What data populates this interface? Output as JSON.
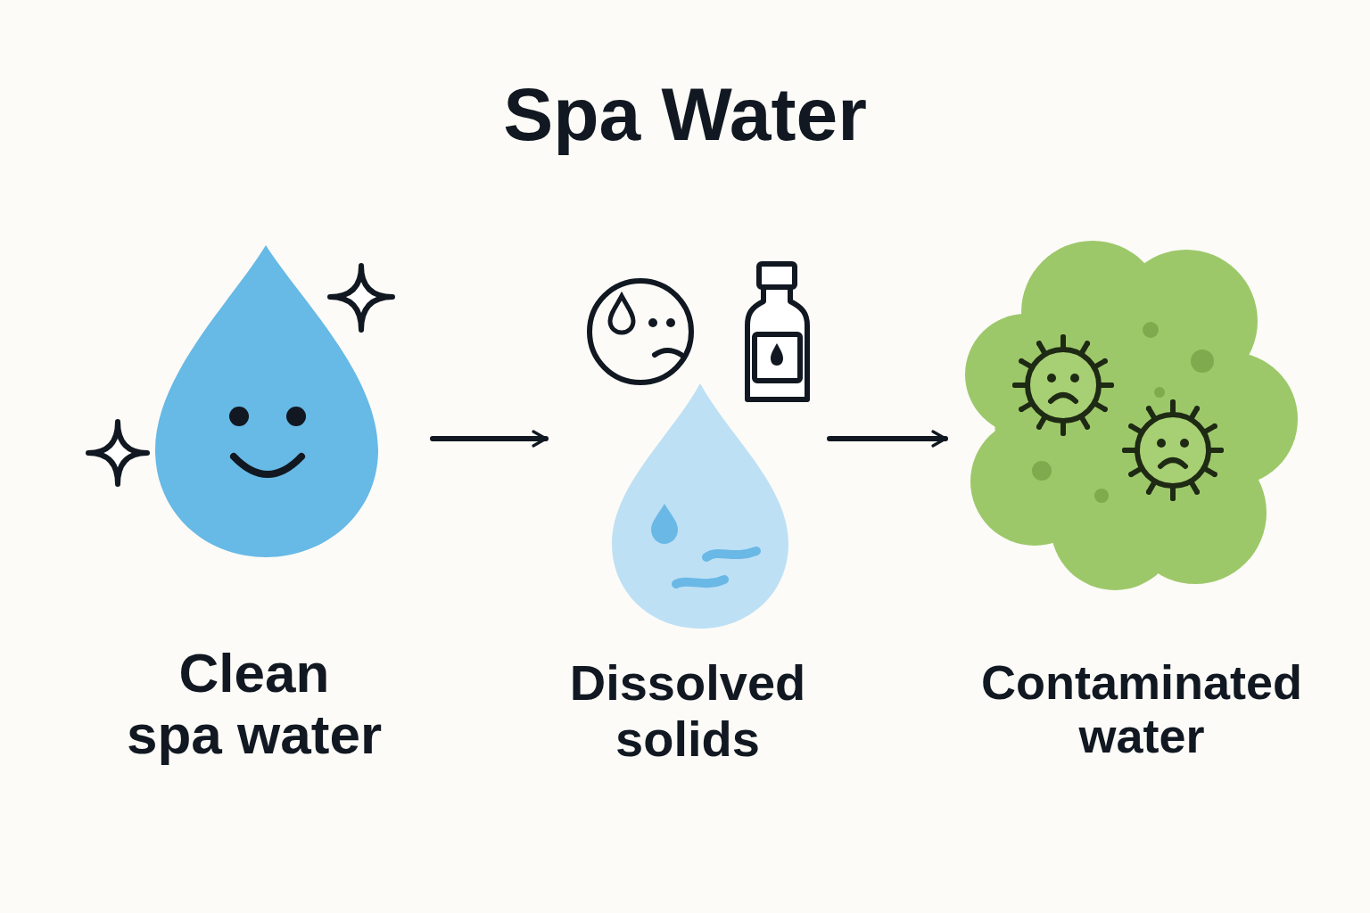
{
  "diagram": {
    "title": "Spa Water",
    "nodes": [
      {
        "text": [
          "Clean spa water"
        ]
      },
      {
        "text": [
          "Dissolved solids"
        ]
      },
      {
        "text": [
          "Contaminated water"
        ]
      }
    ],
    "edges": [
      {
        "from": 0,
        "to": 1,
        "arrow": "to"
      },
      {
        "from": 1,
        "to": 2,
        "arrow": "to"
      }
    ]
  }
}
